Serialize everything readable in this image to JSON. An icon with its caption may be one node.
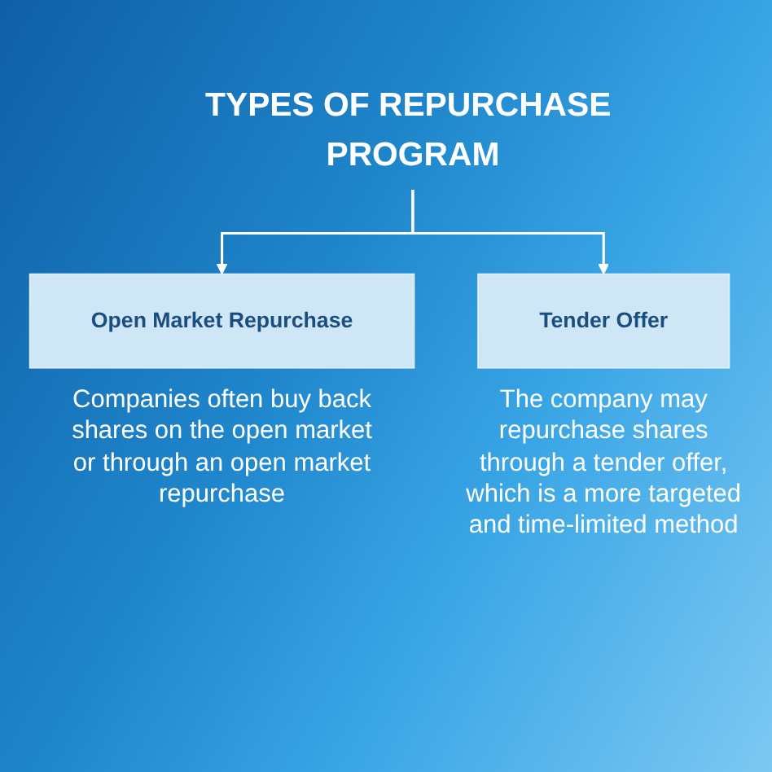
{
  "diagram": {
    "nodes": [
      {
        "text": [
          "TYPES OF REPURCHASE PROGRAM"
        ]
      },
      {
        "text": [
          "Open Market Repurchase"
        ],
        "beside": [
          "Companies often buy back shares on the open market or through an open market repurchase"
        ]
      },
      {
        "text": [
          "Tender Offer"
        ],
        "beside": [
          "The company may repurchase shares through a tender offer, which is a more targeted and time-limited method"
        ]
      }
    ],
    "edges": [
      {
        "from": 0,
        "to": 1,
        "arrow": "to"
      },
      {
        "from": 0,
        "to": 2,
        "arrow": "to"
      }
    ]
  }
}
